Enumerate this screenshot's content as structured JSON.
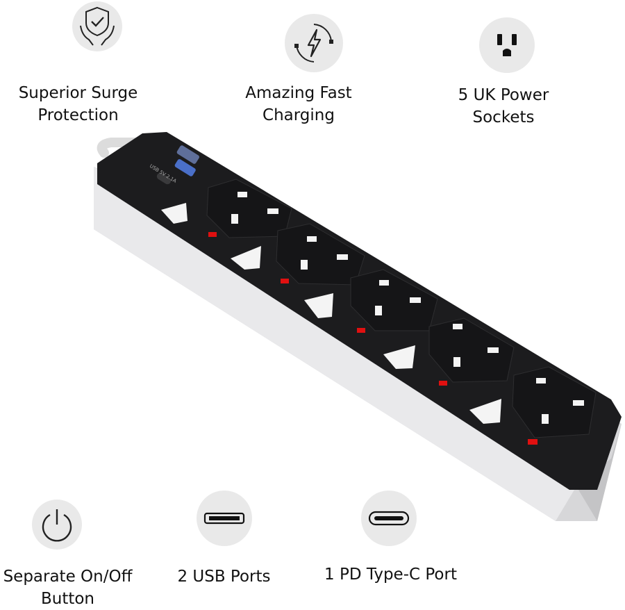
{
  "features": {
    "surge": {
      "line1": "Superior Surge",
      "line2": "Protection",
      "icon": "shield-hands-icon"
    },
    "charging": {
      "line1": "Amazing Fast",
      "line2": "Charging",
      "icon": "lightning-plug-icon"
    },
    "sockets": {
      "line1": "5 UK Power",
      "line2": "Sockets",
      "icon": "power-socket-icon"
    },
    "onoff": {
      "line1": "Separate On/Off",
      "line2": "Button",
      "icon": "power-button-icon"
    },
    "usb": {
      "line1": "2 USB Ports",
      "icon": "usb-port-icon"
    },
    "typec": {
      "line1": "1 PD Type-C Port",
      "icon": "type-c-port-icon"
    }
  },
  "product": {
    "usb_print": "USB 5V 2.1A",
    "colors": {
      "body": "#1c1c1e",
      "casing": "#e4e4e6",
      "indicator": "#e01010",
      "switch": "#f4f4f4"
    }
  }
}
